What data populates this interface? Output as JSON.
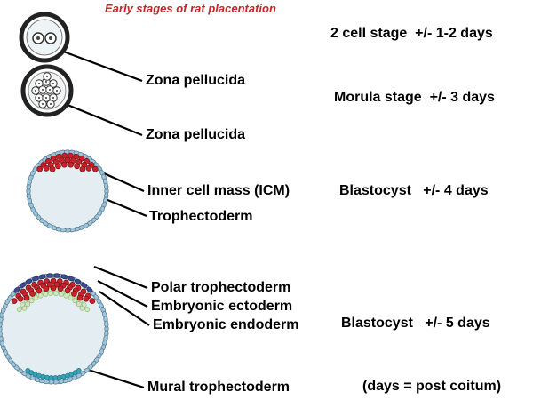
{
  "title": "Early stages of rat placentation",
  "stages": [
    {
      "name": "2 cell stage",
      "time": "+/- 1-2 days"
    },
    {
      "name": "Morula stage",
      "time": "+/- 3 days"
    },
    {
      "name": "Blastocyst",
      "time": "+/- 4 days"
    },
    {
      "name": "Blastocyst",
      "time": "+/- 5 days"
    }
  ],
  "labels": {
    "zona1": "Zona pellucida",
    "zona2": "Zona pellucida",
    "icm": "Inner cell mass (ICM)",
    "troph": "Trophectoderm",
    "polar": "Polar trophectoderm",
    "ecto": "Embryonic ectoderm",
    "endo": "Embryonic endoderm",
    "mural": "Mural trophectoderm"
  },
  "footnote": "(days = post coitum)",
  "colors": {
    "title": "#c0272d",
    "cell_fill": "#e4edf1",
    "trophectoderm": "#9ec5da",
    "icm": "#c8232a",
    "ectoderm": "#cfe9b8",
    "mural": "#33a3b8"
  }
}
